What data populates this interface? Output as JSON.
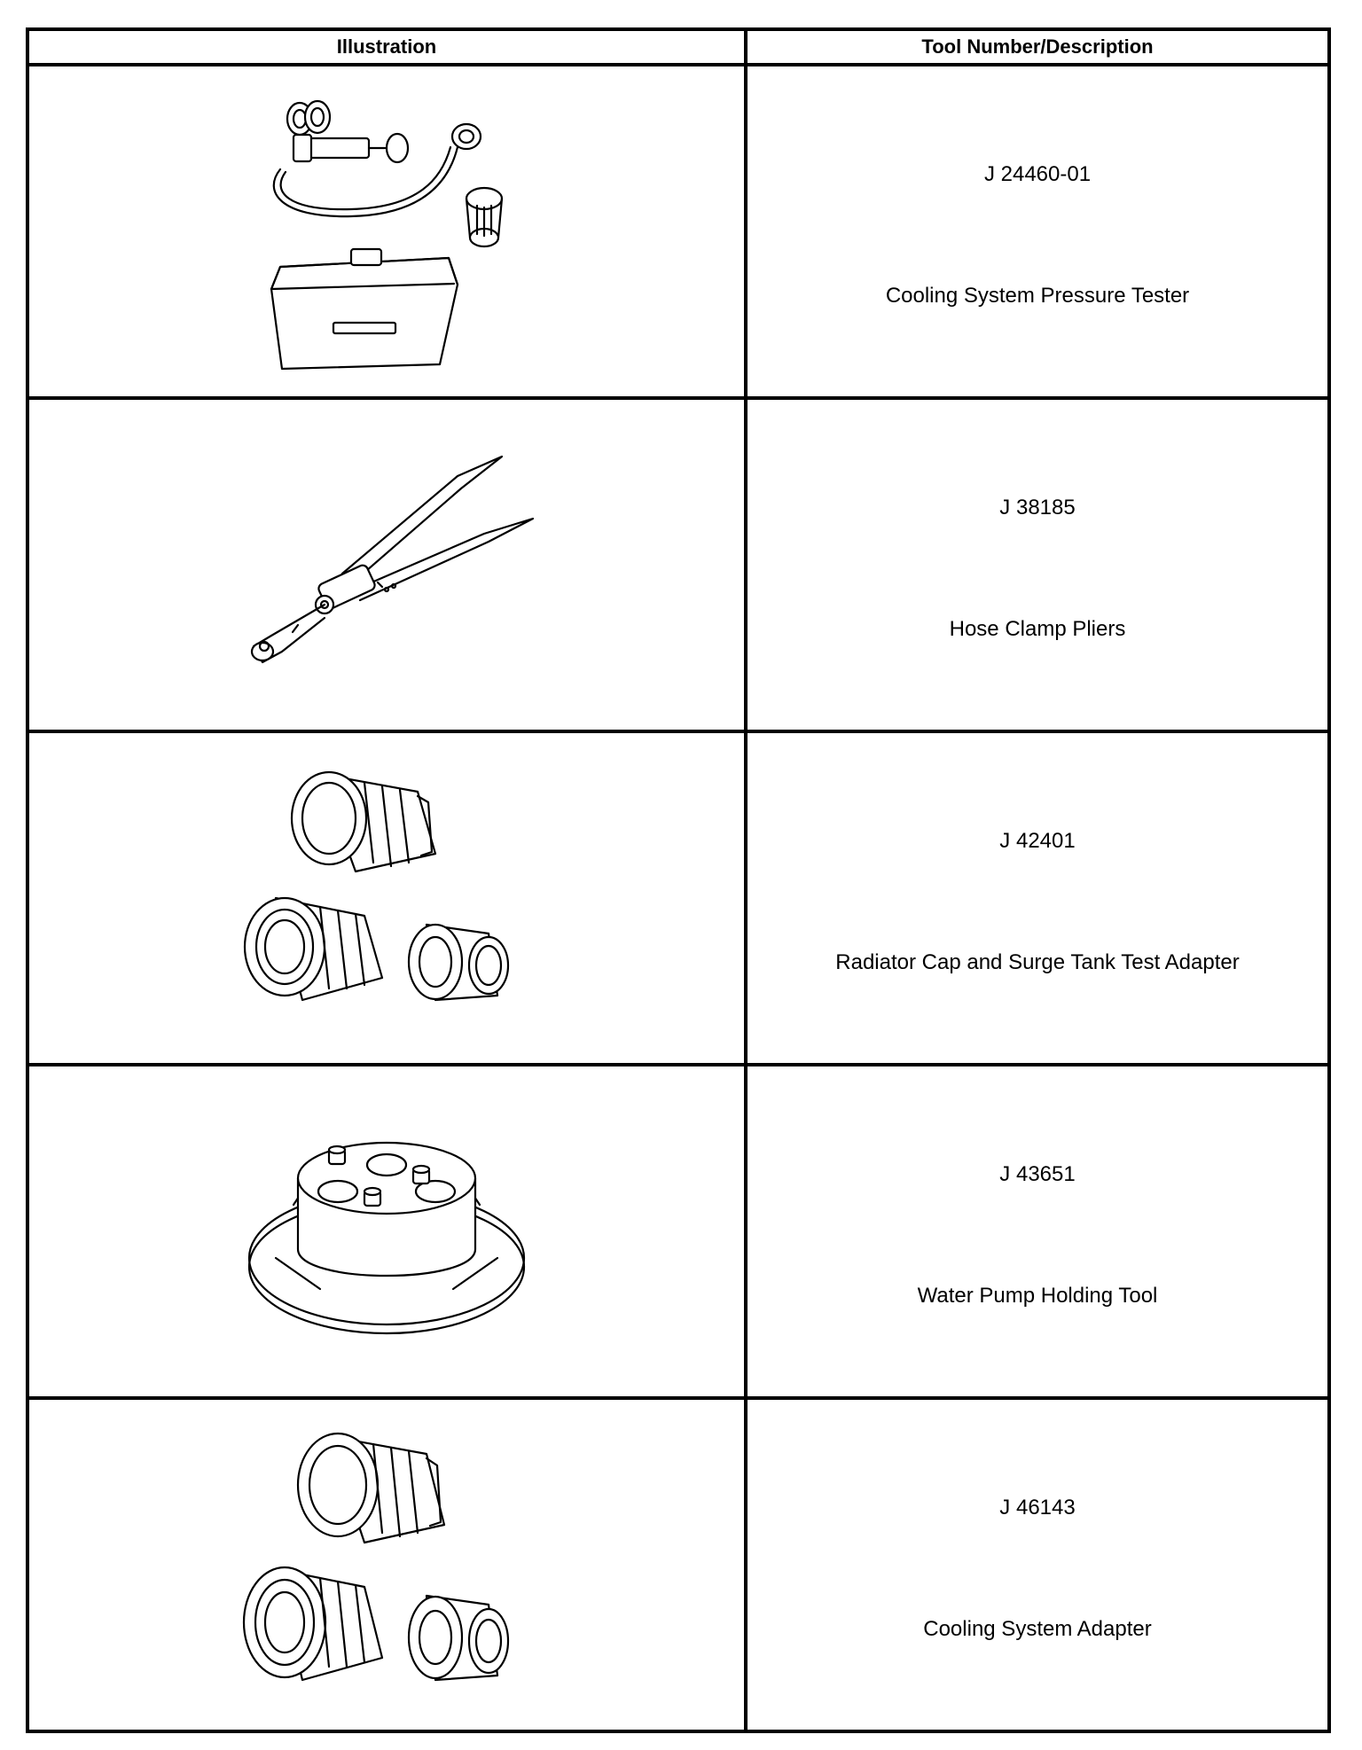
{
  "table": {
    "headers": {
      "illustration": "Illustration",
      "tool": "Tool Number/Description"
    },
    "rows": [
      {
        "number": "J 24460-01",
        "description": "Cooling System Pressure Tester",
        "icon": "pressure-tester-kit-icon"
      },
      {
        "number": "J 38185",
        "description": "Hose Clamp Pliers",
        "icon": "hose-clamp-pliers-icon"
      },
      {
        "number": "J 42401",
        "description": "Radiator Cap and Surge Tank Test Adapter",
        "icon": "adapter-set-icon"
      },
      {
        "number": "J 43651",
        "description": "Water Pump Holding Tool",
        "icon": "water-pump-holding-tool-icon"
      },
      {
        "number": "J 46143",
        "description": "Cooling System Adapter",
        "icon": "adapter-set-icon"
      }
    ]
  }
}
